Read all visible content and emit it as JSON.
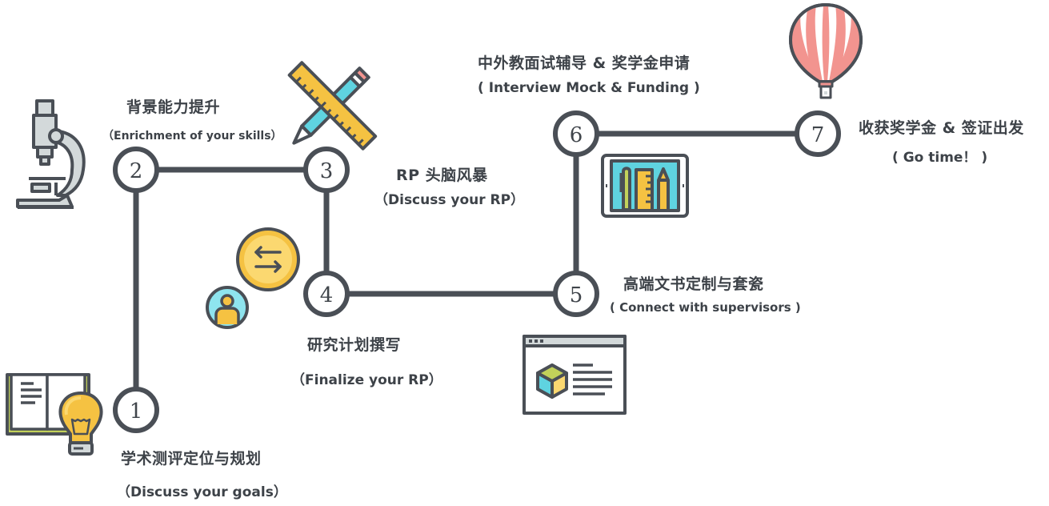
{
  "title": "Research proposal application roadmap",
  "colors": {
    "line": "#4a4f56",
    "yellow": "#f5c242",
    "light_yellow": "#fbd870",
    "cyan": "#5fd3e0",
    "light_cyan": "#8ee4ee",
    "green": "#c2d15a",
    "grey_fill": "#d3d9da",
    "pink": "#f2948f"
  },
  "steps": [
    {
      "number": "1",
      "title": "学术测评定位与规划",
      "subtitle": "（Discuss your goals）",
      "icon": "book-lightbulb-icon"
    },
    {
      "number": "2",
      "title": "背景能力提升",
      "subtitle": "（Enrichment of your skills）",
      "icon": "microscope-icon"
    },
    {
      "number": "3",
      "title": "RP 头脑风暴",
      "subtitle": "（Discuss your RP）",
      "icon": "ruler-pencil-icon"
    },
    {
      "number": "4",
      "title": "研究计划撰写",
      "subtitle": "（Finalize your RP）",
      "icon": "person-exchange-icon"
    },
    {
      "number": "5",
      "title": "高端文书定制与套瓷",
      "subtitle": "( Connect with supervisors )",
      "icon": "browser-cube-icon"
    },
    {
      "number": "6",
      "title": "中外教面试辅导 & 奖学金申请",
      "subtitle": "( Interview Mock & Funding )",
      "icon": "tablet-tools-icon"
    },
    {
      "number": "7",
      "title": "收获奖学金 & 签证出发",
      "subtitle": "( Go time！ )",
      "icon": "hot-air-balloon-icon"
    }
  ]
}
